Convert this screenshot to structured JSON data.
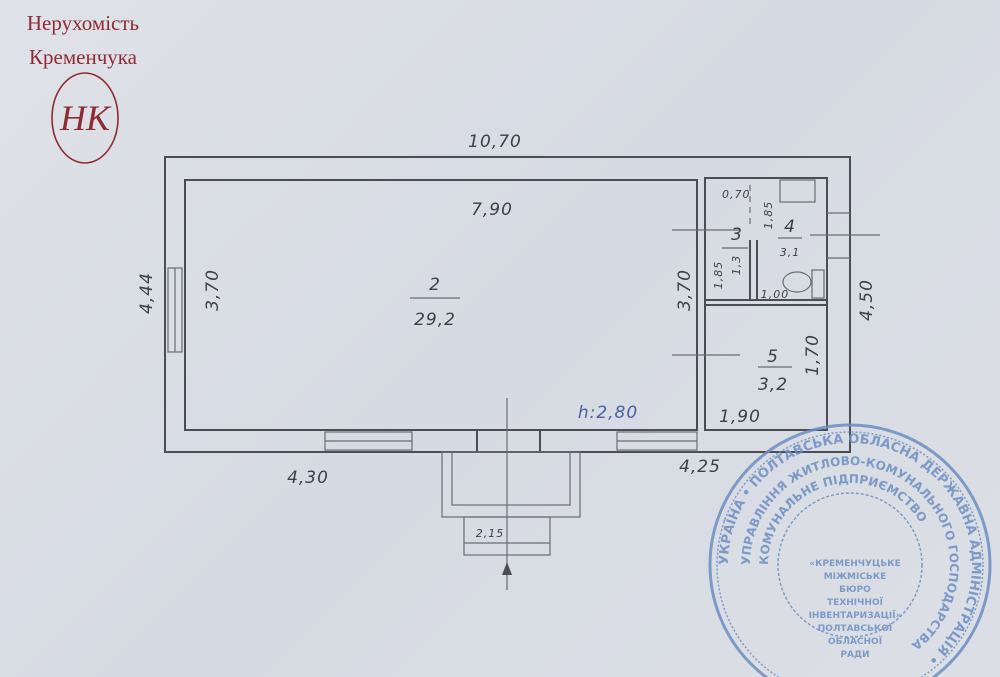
{
  "logo": {
    "line1": "Нерухомість",
    "line2": "Кременчука",
    "monogram": "НК",
    "color": "#8e2a32"
  },
  "dimensions": {
    "total_length": "10,70",
    "main_room_length": "7,90",
    "left_height_outer": "4,44",
    "left_height_inner": "3,70",
    "right_inner_height": "3,70",
    "right_height_outer": "4,50",
    "bottom_left": "4,30",
    "bottom_right": "4,25",
    "ceiling_height": "h:2,80",
    "porch_width": "2,15"
  },
  "rooms": [
    {
      "number": "2",
      "area": "29,2"
    },
    {
      "number": "3",
      "area": "1,3",
      "width": "0,70",
      "length": "1,85"
    },
    {
      "number": "4",
      "area": "3,1",
      "length": "1,85",
      "width": "1,00"
    },
    {
      "number": "5",
      "area": "3,2",
      "length": "1,70",
      "width": "1,90"
    }
  ],
  "stamp": {
    "outer_ring": "УКРАЇНА • ПОЛТАВСЬКА ОБЛАСНА ДЕРЖАВНА АДМІНІСТРАЦІЯ •",
    "middle_ring": "УПРАВЛІННЯ ЖИТЛОВО-КОМУНАЛЬНОГО ГОСПОДАРСТВА",
    "inner_ring": "КОМУНАЛЬНЕ ПІДПРИЄМСТВО",
    "center_lines": [
      "«КРЕМЕНЧУЦЬКЕ",
      "МІЖМІСЬКЕ",
      "БЮРО",
      "ТЕХНІЧНОЇ",
      "ІНВЕНТАРИЗАЦІЇ»",
      "ПОЛТАВСЬКОЇ",
      "ОБЛАСНОЇ",
      "РАДИ"
    ],
    "color": "#6c8fc4"
  }
}
